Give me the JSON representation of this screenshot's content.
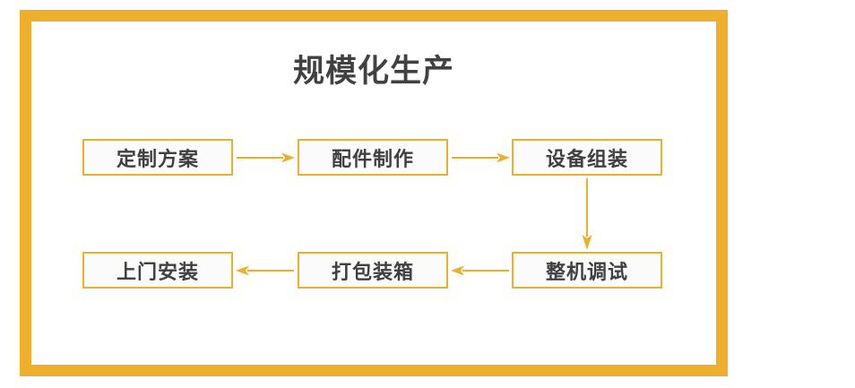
{
  "page": {
    "background_color": "#ffffff"
  },
  "frame": {
    "border_color": "#eeaf2c",
    "fill_color": "#ffffff"
  },
  "header": {
    "title": "规模化生产",
    "title_color": "#414141"
  },
  "flowchart": {
    "type": "process-flow",
    "node_border_color": "#eeaf2c",
    "node_fill_color": "#fbfbfb",
    "node_text_color": "#404040",
    "arrow_color": "#eeaf2c",
    "nodes": [
      {
        "id": "node-1",
        "label": "定制方案",
        "row": 1,
        "order": 1
      },
      {
        "id": "node-2",
        "label": "配件制作",
        "row": 1,
        "order": 2
      },
      {
        "id": "node-3",
        "label": "设备组装",
        "row": 1,
        "order": 3
      },
      {
        "id": "node-4",
        "label": "整机调试",
        "row": 2,
        "order": 4
      },
      {
        "id": "node-5",
        "label": "打包装箱",
        "row": 2,
        "order": 5
      },
      {
        "id": "node-6",
        "label": "上门安装",
        "row": 2,
        "order": 6
      }
    ],
    "connectors": [
      {
        "id": "arrow-1",
        "from": "node-1",
        "to": "node-2",
        "direction": "right"
      },
      {
        "id": "arrow-2",
        "from": "node-2",
        "to": "node-3",
        "direction": "right"
      },
      {
        "id": "arrow-3",
        "from": "node-3",
        "to": "node-4",
        "direction": "down"
      },
      {
        "id": "arrow-4",
        "from": "node-4",
        "to": "node-5",
        "direction": "left"
      },
      {
        "id": "arrow-5",
        "from": "node-5",
        "to": "node-6",
        "direction": "left"
      }
    ]
  }
}
